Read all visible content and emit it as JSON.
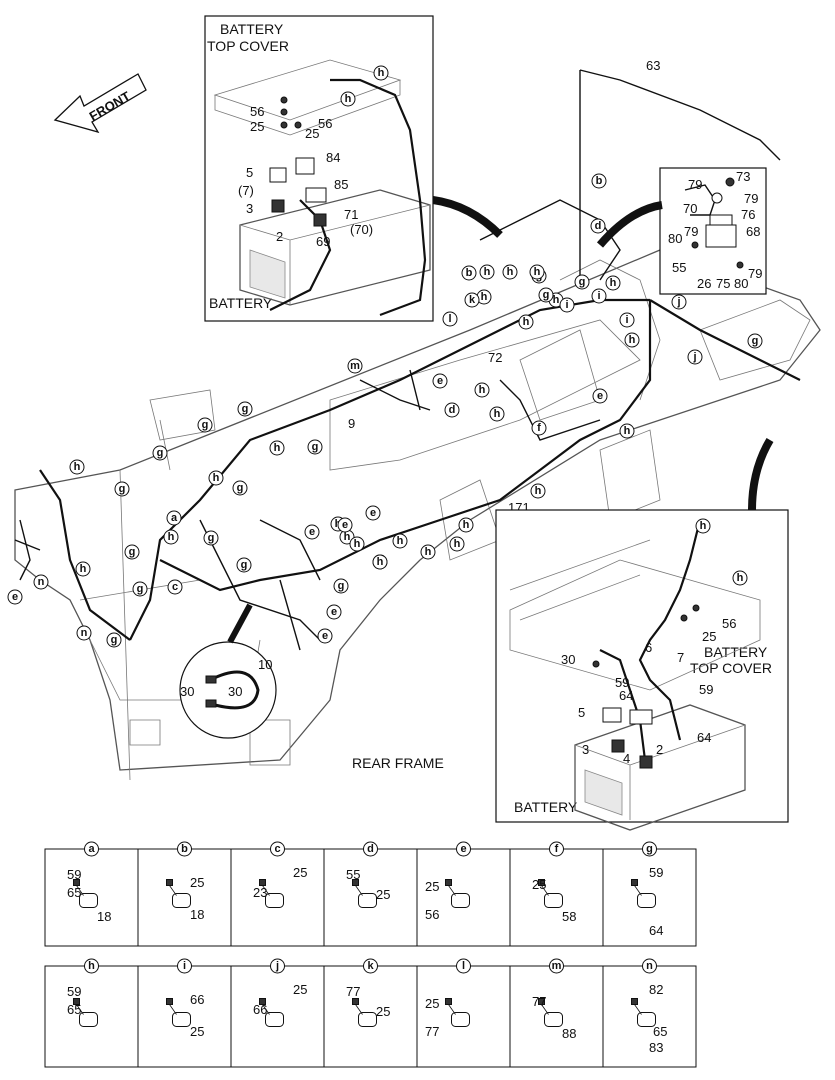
{
  "direction_arrow": {
    "label": "FRONT"
  },
  "inset_top_left": {
    "title_line1": "BATTERY",
    "title_line2": "TOP COVER",
    "bottom_label": "BATTERY",
    "callouts": [
      "56",
      "56",
      "25",
      "25",
      "84",
      "5",
      "(7)",
      "85",
      "3",
      "71",
      "2",
      "69",
      "(70)"
    ],
    "letters": [
      "h",
      "h"
    ]
  },
  "inset_top_right": {
    "callouts": [
      "73",
      "79",
      "79",
      "70",
      "76",
      "79",
      "68",
      "80",
      "55",
      "26",
      "75",
      "80",
      "79"
    ]
  },
  "inset_bottom_right": {
    "title_line1": "BATTERY",
    "title_line2": "TOP COVER",
    "bottom_label": "BATTERY",
    "callouts": [
      "56",
      "25",
      "30",
      "6",
      "7",
      "59",
      "59",
      "64",
      "5",
      "64",
      "3",
      "4",
      "2"
    ],
    "letters": [
      "h",
      "h"
    ]
  },
  "inset_hose": {
    "callouts": [
      "10",
      "30",
      "30"
    ]
  },
  "main": {
    "rear_frame_label": "REAR FRAME",
    "callouts": [
      "63",
      "72",
      "9",
      "171"
    ],
    "letters": [
      "b",
      "d",
      "h",
      "b",
      "h",
      "k",
      "h",
      "g",
      "h",
      "h",
      "h",
      "g",
      "g",
      "i",
      "i",
      "j",
      "i",
      "h",
      "h",
      "j",
      "g",
      "l",
      "m",
      "e",
      "d",
      "h",
      "h",
      "e",
      "f",
      "h",
      "g",
      "g",
      "g",
      "h",
      "g",
      "g",
      "h",
      "h",
      "g",
      "g",
      "a",
      "h",
      "g",
      "g",
      "c",
      "g",
      "e",
      "n",
      "n",
      "g",
      "h",
      "e",
      "h",
      "h",
      "h",
      "h",
      "h",
      "e",
      "h",
      "h",
      "e",
      "h",
      "e",
      "g",
      "e",
      "h",
      "h"
    ]
  },
  "legend": {
    "row1": [
      {
        "letter": "a",
        "parts": [
          "59",
          "65",
          "18"
        ]
      },
      {
        "letter": "b",
        "parts": [
          "25",
          "18"
        ]
      },
      {
        "letter": "c",
        "parts": [
          "25",
          "23"
        ]
      },
      {
        "letter": "d",
        "parts": [
          "55",
          "25"
        ]
      },
      {
        "letter": "e",
        "parts": [
          "25",
          "56"
        ]
      },
      {
        "letter": "f",
        "parts": [
          "25",
          "58"
        ]
      },
      {
        "letter": "g",
        "parts": [
          "59",
          "64"
        ]
      }
    ],
    "row2": [
      {
        "letter": "h",
        "parts": [
          "59",
          "65"
        ]
      },
      {
        "letter": "i",
        "parts": [
          "66",
          "25"
        ]
      },
      {
        "letter": "j",
        "parts": [
          "25",
          "66"
        ]
      },
      {
        "letter": "k",
        "parts": [
          "77",
          "25"
        ]
      },
      {
        "letter": "l",
        "parts": [
          "25",
          "77"
        ]
      },
      {
        "letter": "m",
        "parts": [
          "77",
          "88"
        ]
      },
      {
        "letter": "n",
        "parts": [
          "82",
          "83",
          "65"
        ]
      }
    ]
  }
}
